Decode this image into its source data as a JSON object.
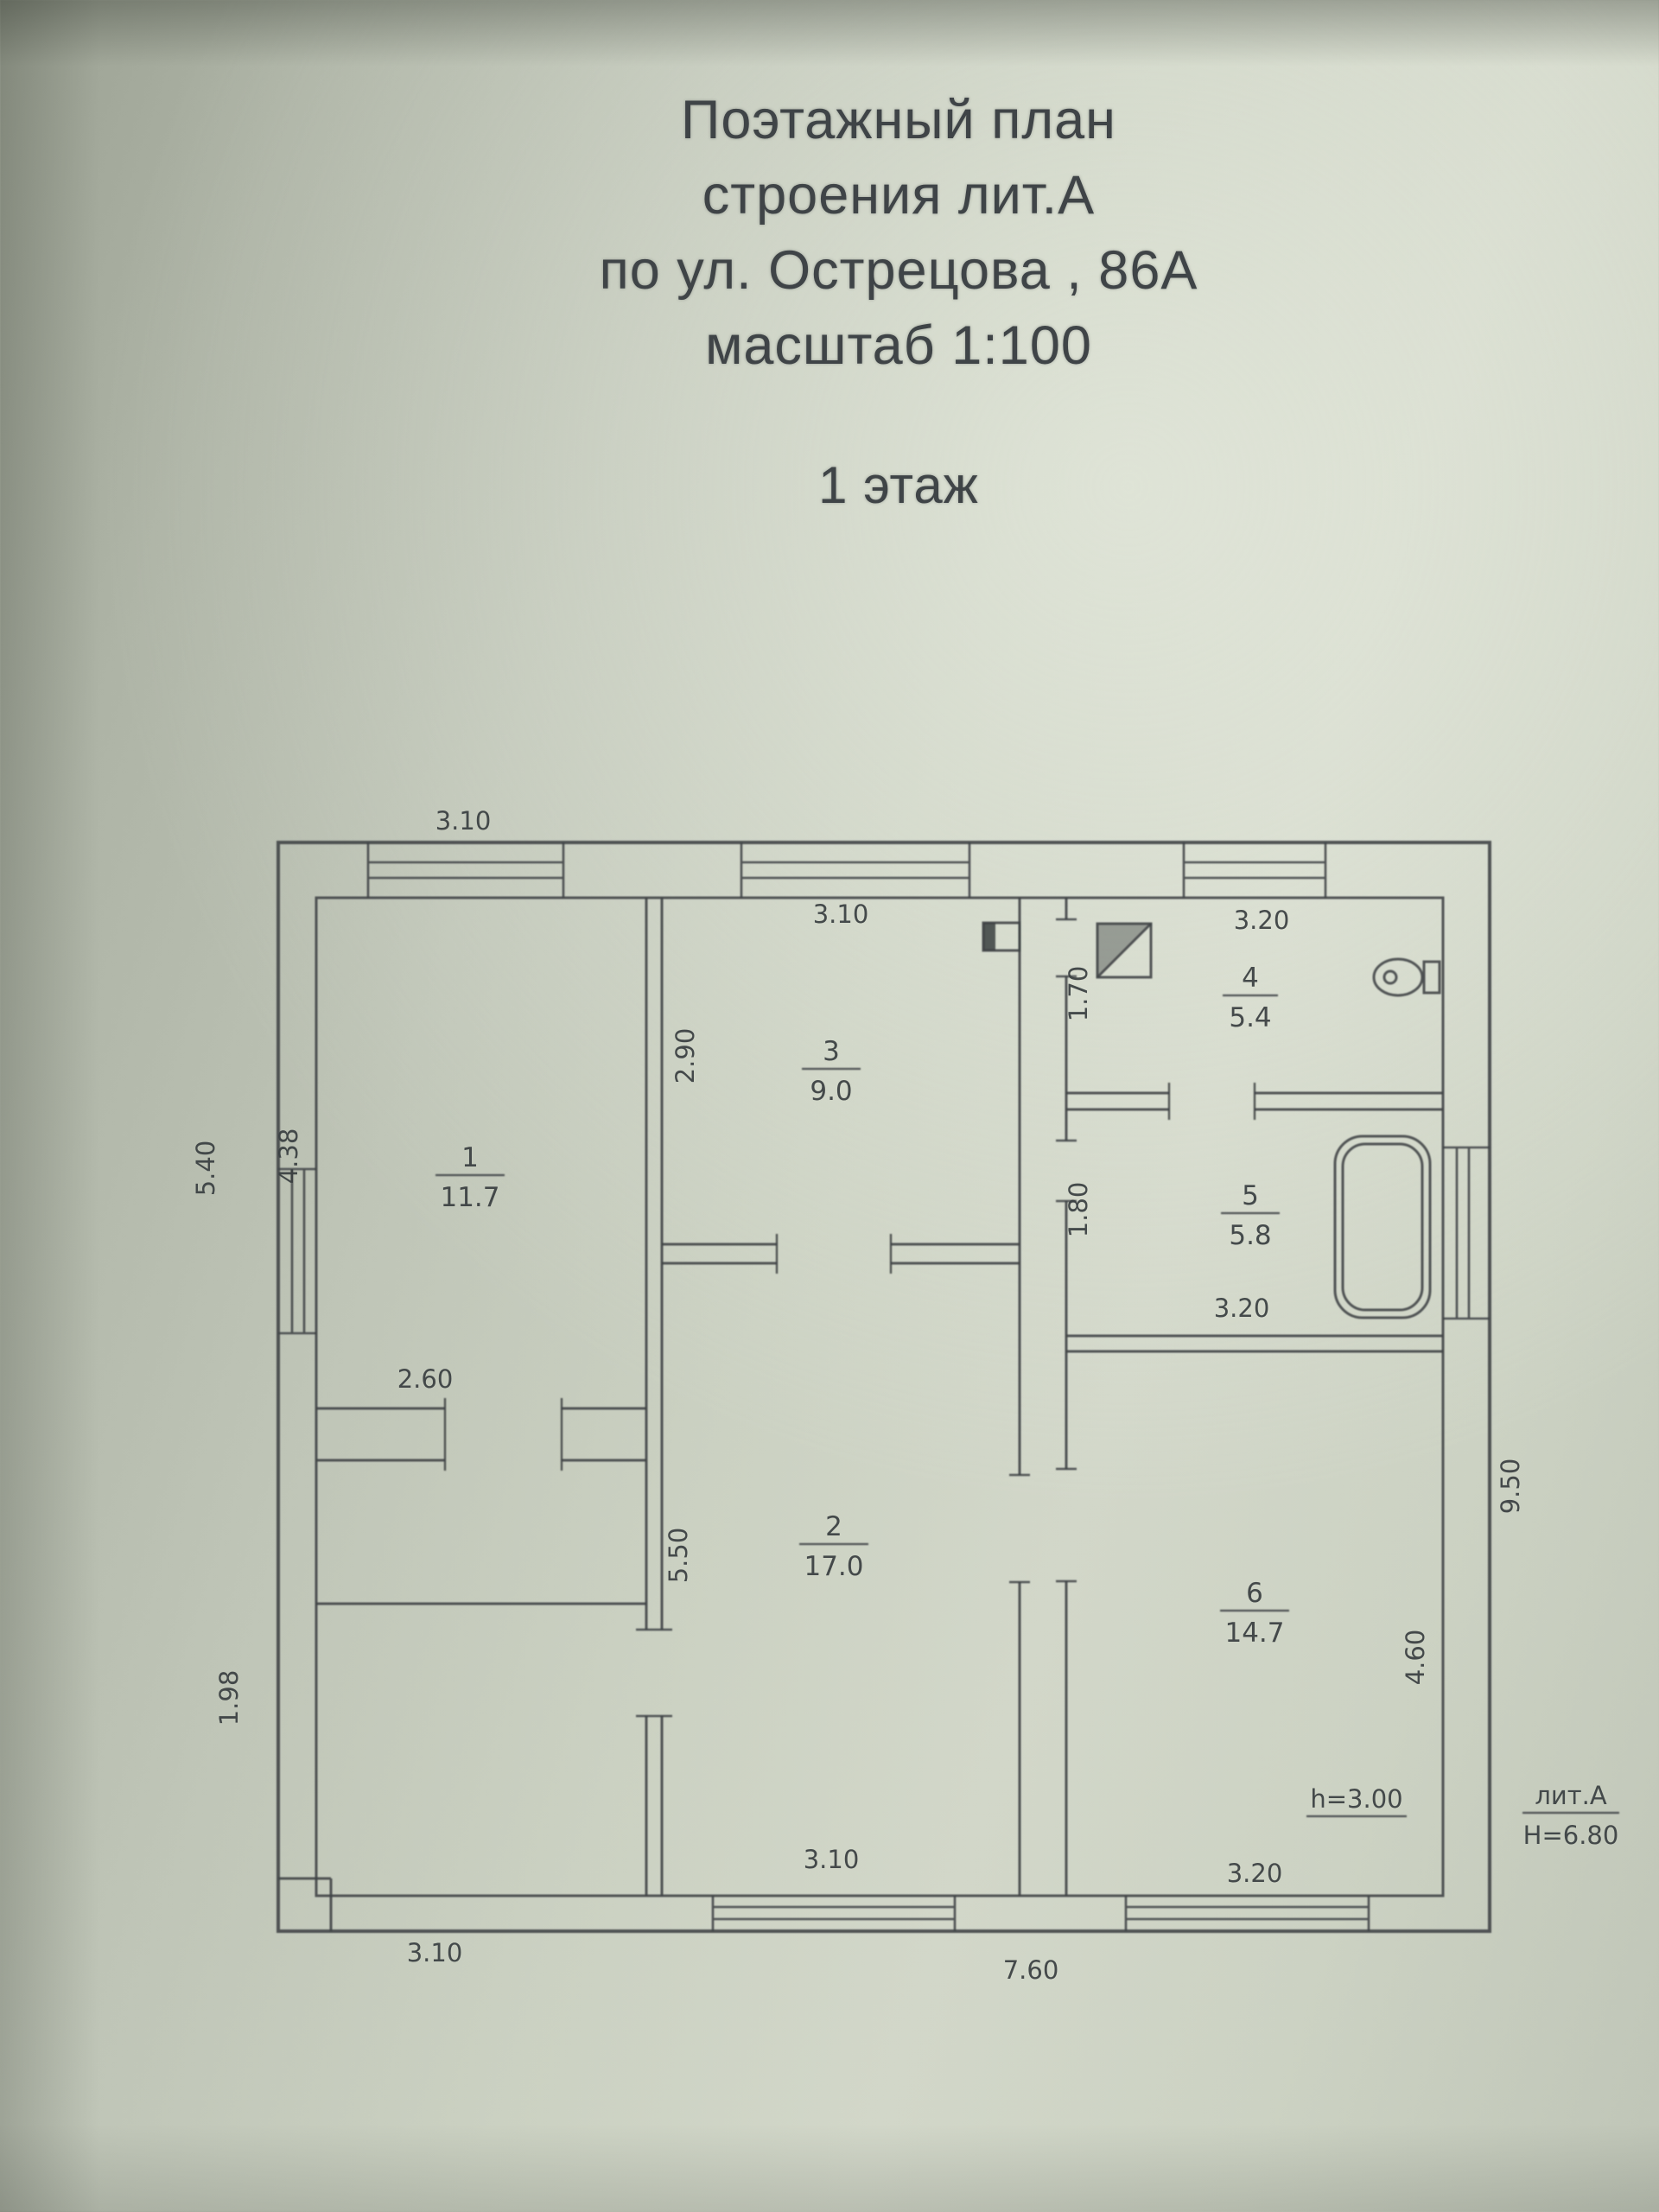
{
  "title": {
    "line1": "Поэтажный план",
    "line2": "строения лит.А",
    "line3": "по ул. Острецова , 86А",
    "line4": "масштаб 1:100",
    "floor": "1 этаж"
  },
  "rooms": [
    {
      "number": "1",
      "area": "11.7"
    },
    {
      "number": "2",
      "area": "17.0"
    },
    {
      "number": "3",
      "area": "9.0"
    },
    {
      "number": "4",
      "area": "5.4"
    },
    {
      "number": "5",
      "area": "5.8"
    },
    {
      "number": "6",
      "area": "14.7"
    }
  ],
  "dims": {
    "top_width": "3.10",
    "room1_height": "4.38",
    "room1_width": "2.60",
    "left_height": "5.40",
    "porch_height": "1.98",
    "room3_width": "3.10",
    "room3_height": "2.90",
    "room4_width": "3.20",
    "room4_height": "1.70",
    "room5_width": "3.20",
    "room5_height": "1.80",
    "room2_width": "3.10",
    "room2_height": "5.50",
    "room6_width": "3.20",
    "room6_height": "4.60",
    "right_height": "9.50",
    "bottom_left_width": "3.10",
    "total_width": "7.60"
  },
  "notes": {
    "ceiling_height": "h=3.00",
    "liter": "лит.А",
    "building_height": "Н=6.80"
  }
}
